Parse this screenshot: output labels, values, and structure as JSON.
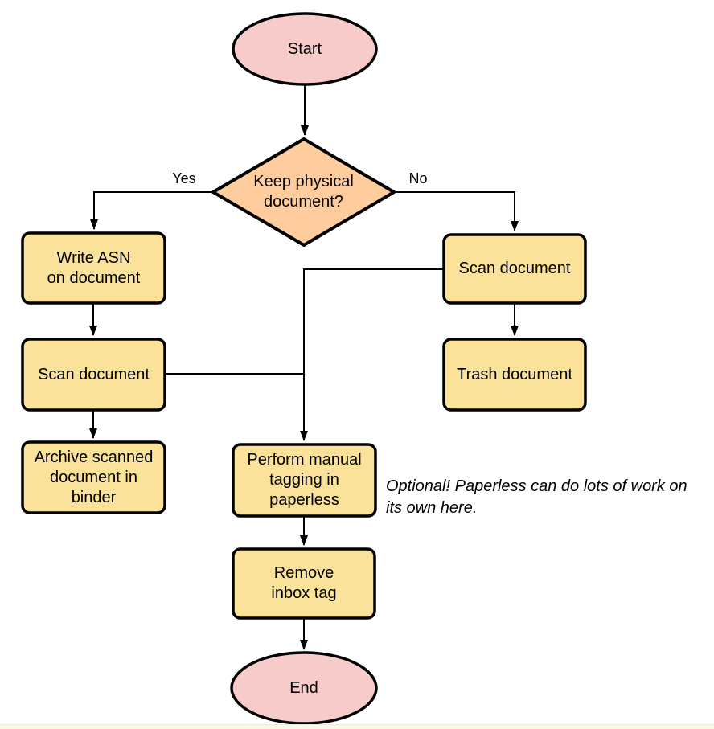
{
  "diagram": {
    "nodes": {
      "start": {
        "label": "Start",
        "shape": "ellipse"
      },
      "decision": {
        "label": "Keep physical\ndocument?",
        "shape": "diamond"
      },
      "write_asn": {
        "label": "Write ASN\non document",
        "shape": "rounded-rect"
      },
      "scan_left": {
        "label": "Scan document",
        "shape": "rounded-rect"
      },
      "archive": {
        "label": "Archive scanned\ndocument in\nbinder",
        "shape": "rounded-rect"
      },
      "scan_right": {
        "label": "Scan document",
        "shape": "rounded-rect"
      },
      "trash": {
        "label": "Trash document",
        "shape": "rounded-rect"
      },
      "tagging": {
        "label": "Perform manual\ntagging in\npaperless",
        "shape": "rounded-rect"
      },
      "remove_tag": {
        "label": "Remove\ninbox tag",
        "shape": "rounded-rect"
      },
      "end": {
        "label": "End",
        "shape": "ellipse"
      }
    },
    "edge_labels": {
      "yes": "Yes",
      "no": "No"
    },
    "note": "Optional! Paperless can do lots of work on\nits own here.",
    "colors": {
      "terminal_fill": "#F8CBCB",
      "decision_fill": "#FFCC9E",
      "process_fill": "#FBE29B",
      "stroke": "#000000"
    }
  }
}
